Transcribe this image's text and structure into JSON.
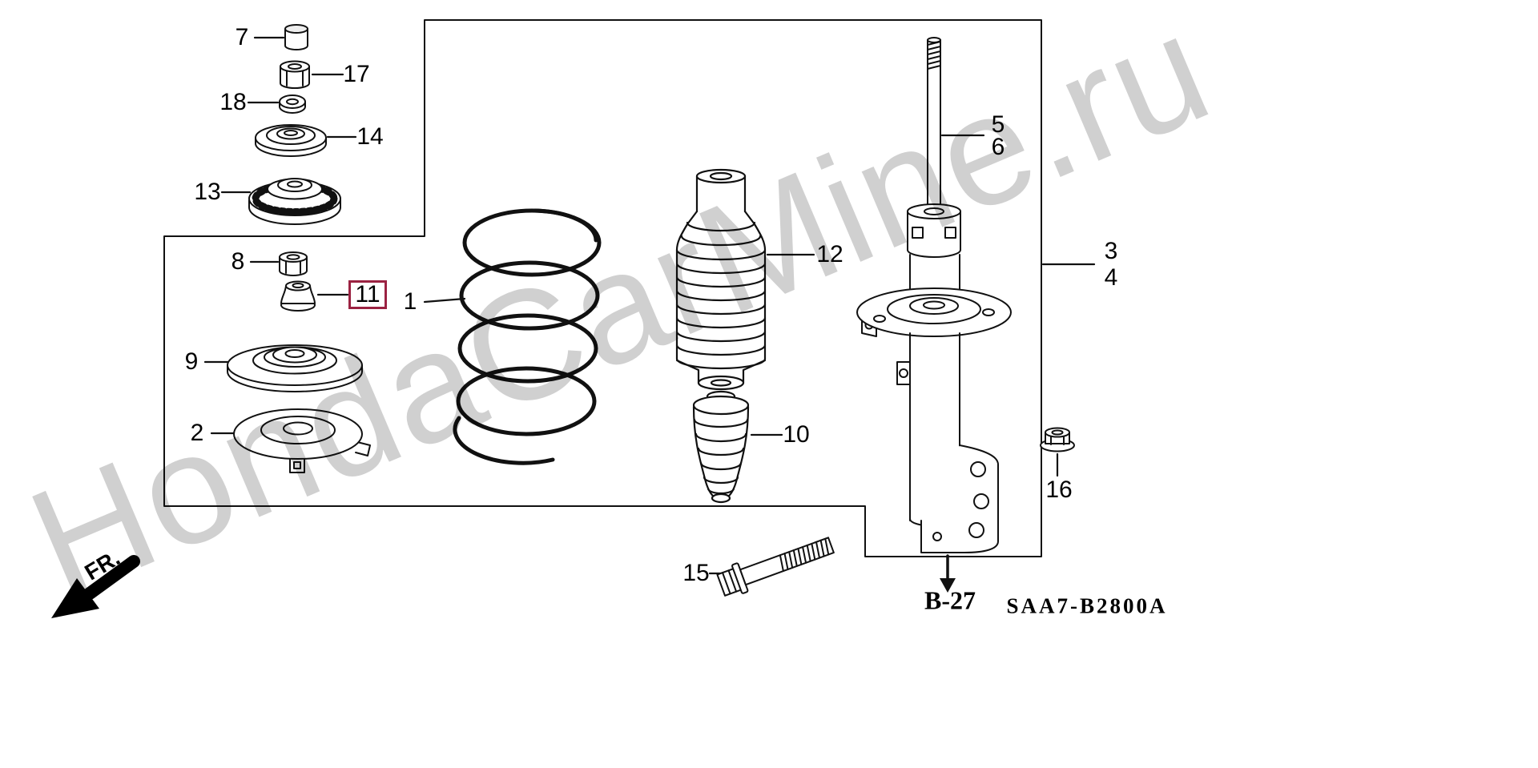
{
  "watermark": "HondaCarMine.ru",
  "footer": {
    "drawing_code": "SAA7-B2800A",
    "reference_link": "B-27"
  },
  "orientation": {
    "front_label": "FR."
  },
  "highlight": {
    "highlighted_part": "11",
    "box_color": "#9b2242"
  },
  "colors": {
    "line": "#111111",
    "background": "#ffffff",
    "watermark_gray": "#c9c9c9"
  },
  "labels": {
    "p1": "1",
    "p2": "2",
    "p3": "3",
    "p4": "4",
    "p5": "5",
    "p6": "6",
    "p7": "7",
    "p8": "8",
    "p9": "9",
    "p10": "10",
    "p11": "11",
    "p12": "12",
    "p13": "13",
    "p14": "14",
    "p15": "15",
    "p16": "16",
    "p17": "17",
    "p18": "18"
  }
}
